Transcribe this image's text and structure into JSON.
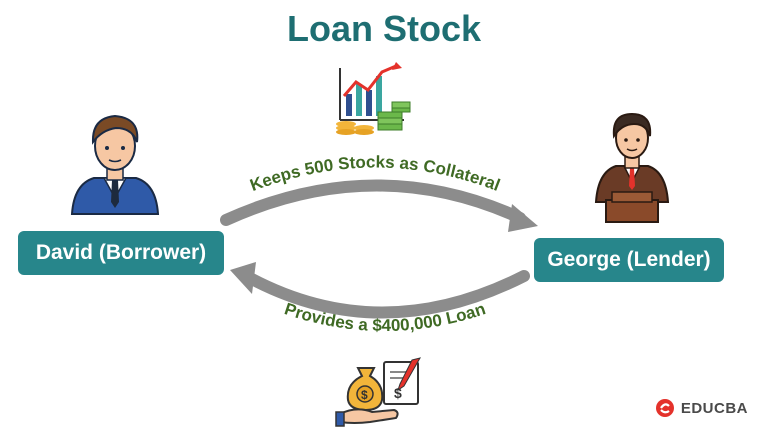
{
  "title": "Loan Stock",
  "borrower": {
    "label": "David (Borrower)"
  },
  "lender": {
    "label": "George (Lender)"
  },
  "top_arrow": {
    "label": "Keeps 500 Stocks as Collateral"
  },
  "bottom_arrow": {
    "label": "Provides a $400,000 Loan"
  },
  "brand": {
    "name": "EDUCBA"
  },
  "icons": {
    "top": "stock-growth-icon",
    "bottom": "money-bag-loan-icon",
    "borrower": "businessman-borrower-icon",
    "lender": "businessman-lender-icon"
  },
  "colors": {
    "title": "#1e6e72",
    "box": "#27868b",
    "arrow": "#8c8c8c",
    "arrow_label": "#3f6a24",
    "brand_red": "#e4322b"
  }
}
